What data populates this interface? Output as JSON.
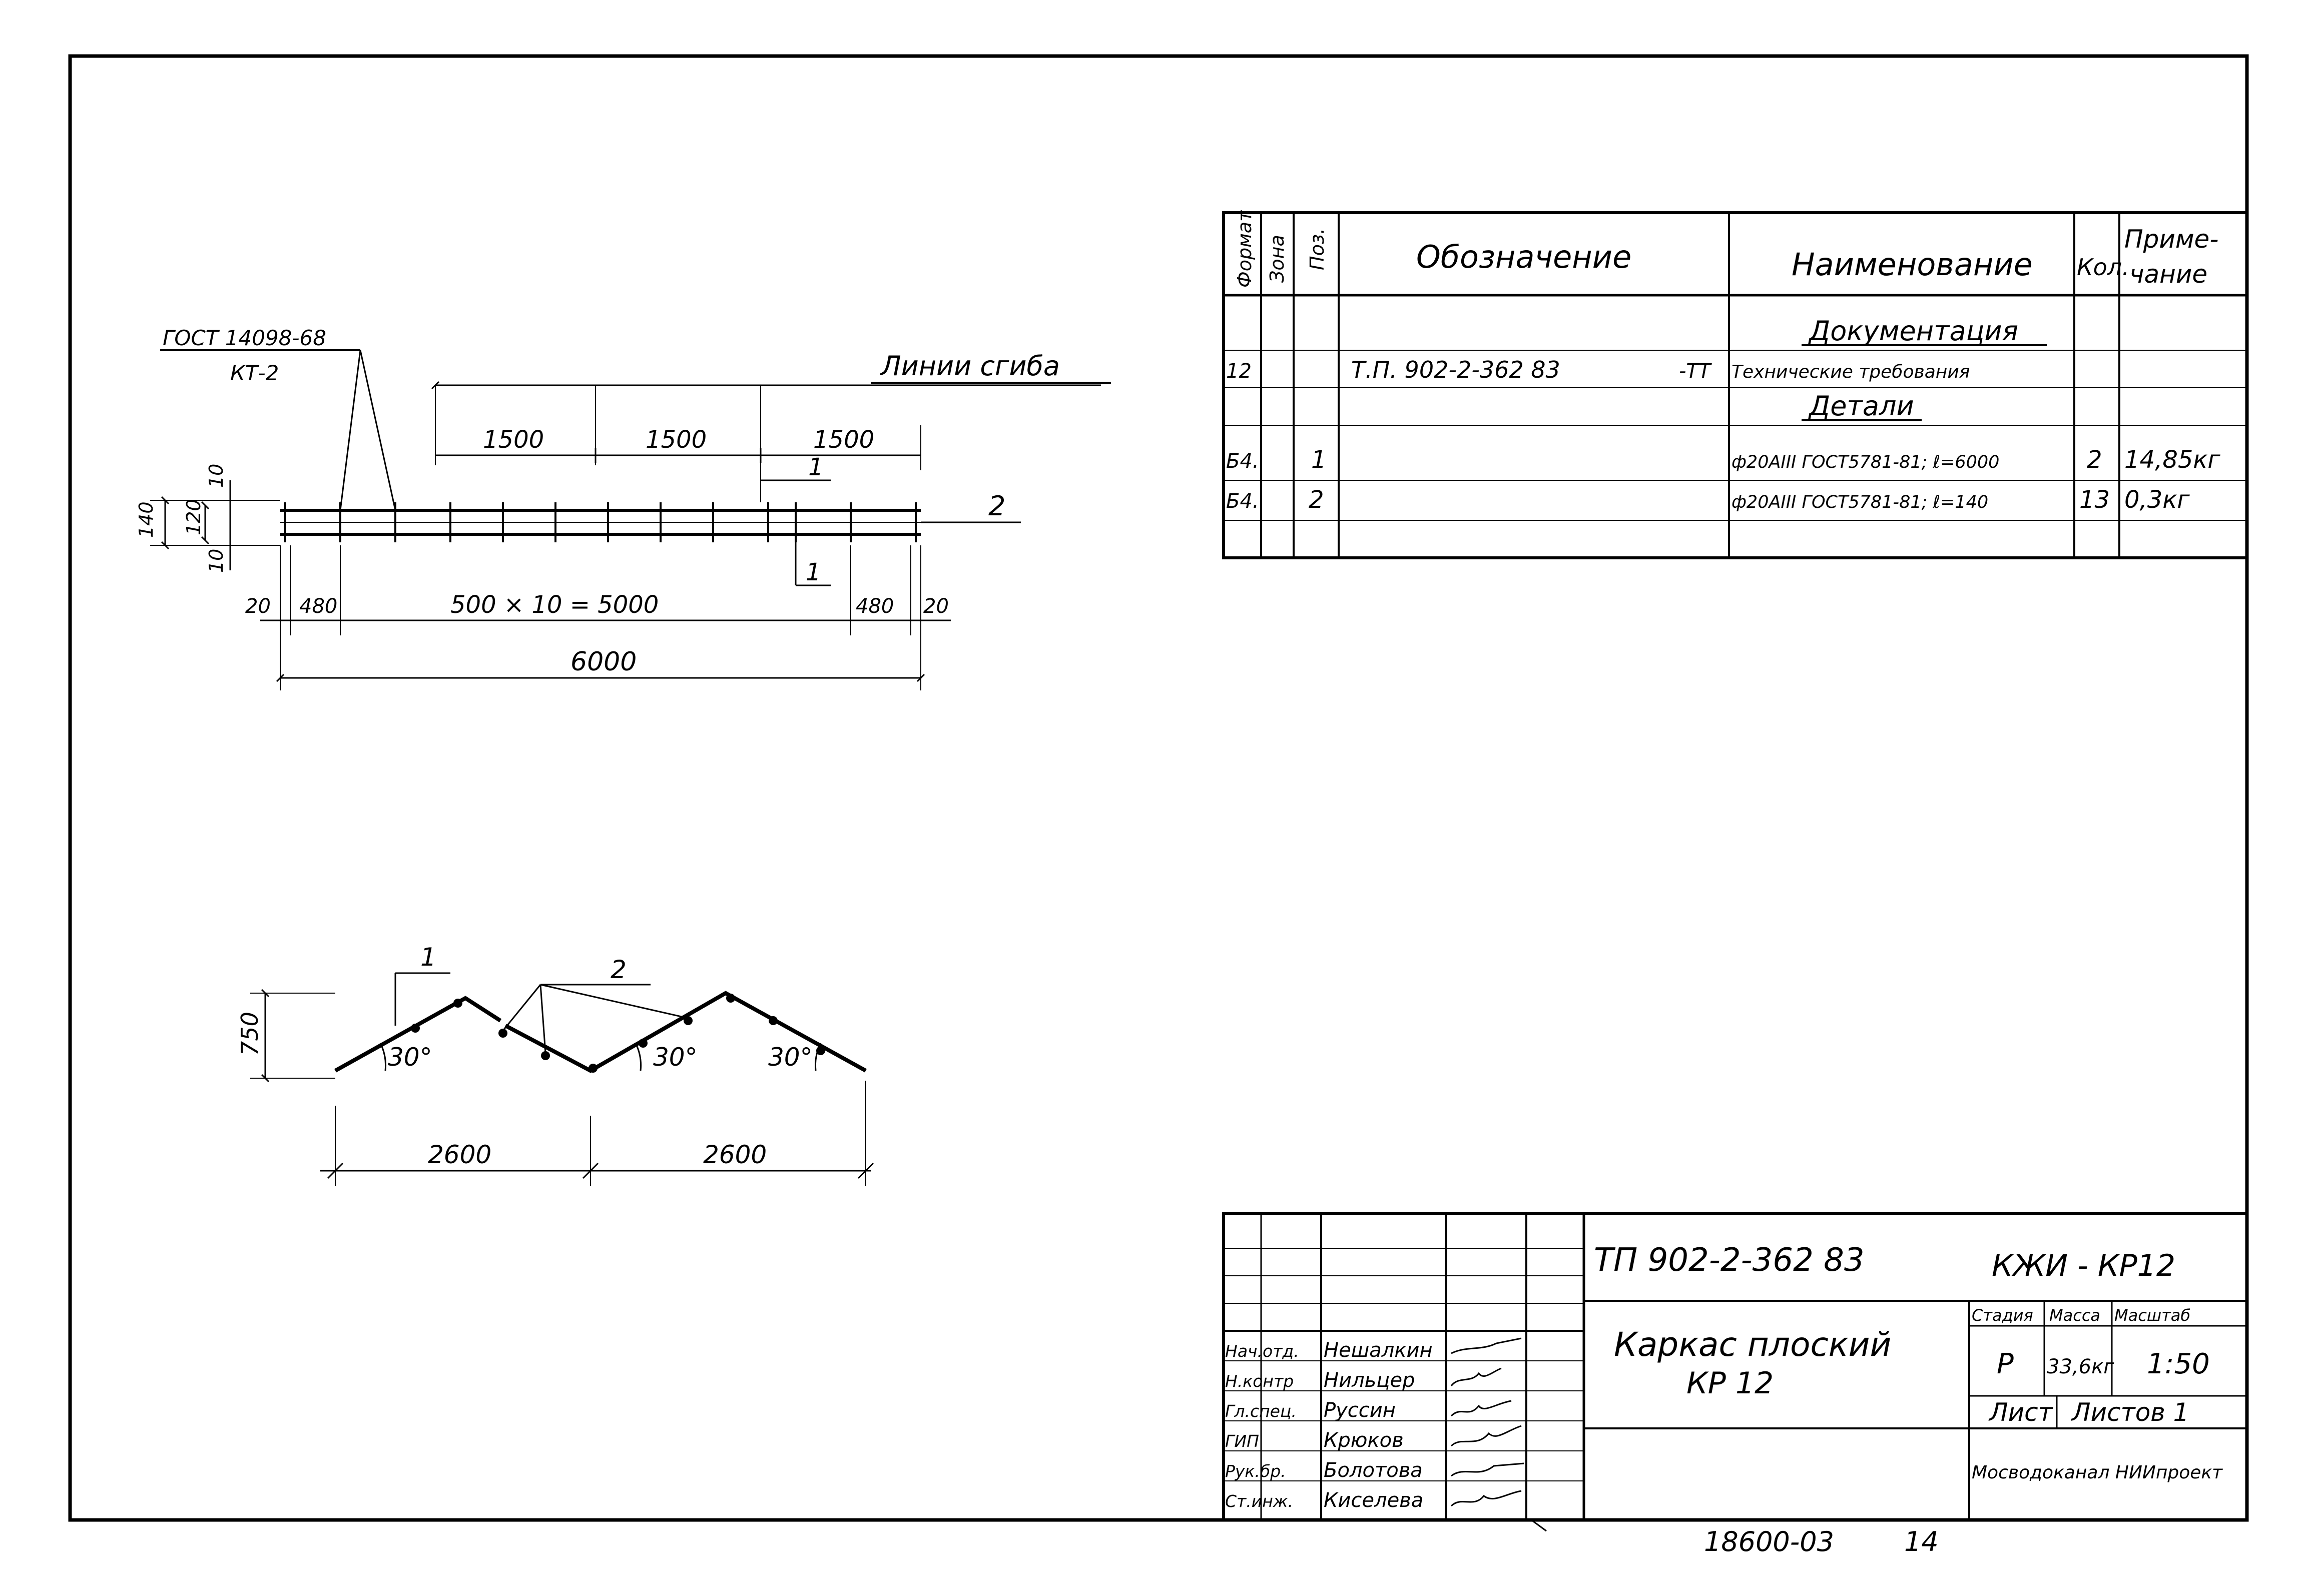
{
  "plan": {
    "gost_label": "ГОСТ 14098-68",
    "kt_label": "КТ-2",
    "bend_lines_label": "Линии сгиба",
    "dim_1500_a": "1500",
    "dim_1500_b": "1500",
    "dim_1500_c": "1500",
    "pos_1_top": "1",
    "pos_1_bottom": "1",
    "pos_2": "2",
    "dim_140": "140",
    "dim_120": "120",
    "dim_10_top": "10",
    "dim_10_bottom": "10",
    "dim_20_left": "20",
    "dim_480_left": "480",
    "dim_pitch": "500 × 10 = 5000",
    "dim_480_right": "480",
    "dim_20_right": "20",
    "dim_total": "6000"
  },
  "section": {
    "pos_1": "1",
    "pos_2": "2",
    "dim_750": "750",
    "angle_1": "30°",
    "angle_2": "30°",
    "angle_3": "30°",
    "dim_2600_a": "2600",
    "dim_2600_b": "2600"
  },
  "spec": {
    "headers": {
      "format": "Формат",
      "zone": "Зона",
      "pos": "Поз.",
      "designation": "Обозначение",
      "name": "Наименование",
      "qty": "Кол.",
      "note_1": "Приме-",
      "note_2": "чание"
    },
    "section_docs": "Документация",
    "section_parts": "Детали",
    "rows": [
      {
        "format": "12",
        "pos": "",
        "designation": "Т.П. 902-2-362 83",
        "suffix": "-ТТ",
        "name": "Технические требования",
        "qty": "",
        "note": ""
      },
      {
        "format": "Б4.",
        "pos": "1",
        "designation": "",
        "suffix": "",
        "name": "ф20АIII ГОСТ5781-81; ℓ=6000",
        "qty": "2",
        "note": "14,85кг"
      },
      {
        "format": "Б4.",
        "pos": "2",
        "designation": "",
        "suffix": "",
        "name": "ф20АIII ГОСТ5781-81; ℓ=140",
        "qty": "13",
        "note": "0,3кг"
      }
    ]
  },
  "title_block": {
    "project_code": "ТП 902-2-362 83",
    "doc_code": "КЖИ - КР12",
    "title_line1": "Каркас плоский",
    "title_line2": "КР 12",
    "stage_label": "Стадия",
    "mass_label": "Масса",
    "scale_label": "Масштаб",
    "stage_value": "Р",
    "mass_value": "33,6кг",
    "scale_value": "1:50",
    "sheet_label": "Лист",
    "sheets_label": "Листов 1",
    "organization": "Мосводоканал НИИпроект",
    "signers": [
      {
        "role": "Нач.отд.",
        "name": "Нешалкин"
      },
      {
        "role": "Н.контр",
        "name": "Нильцер"
      },
      {
        "role": "Гл.спец.",
        "name": "Руссин"
      },
      {
        "role": "ГИП",
        "name": "Крюков"
      },
      {
        "role": "Рук.бр.",
        "name": "Болотова"
      },
      {
        "role": "Ст.инж.",
        "name": "Киселева"
      }
    ]
  },
  "footer": {
    "archive_number": "18600-03",
    "page_number": "14"
  }
}
